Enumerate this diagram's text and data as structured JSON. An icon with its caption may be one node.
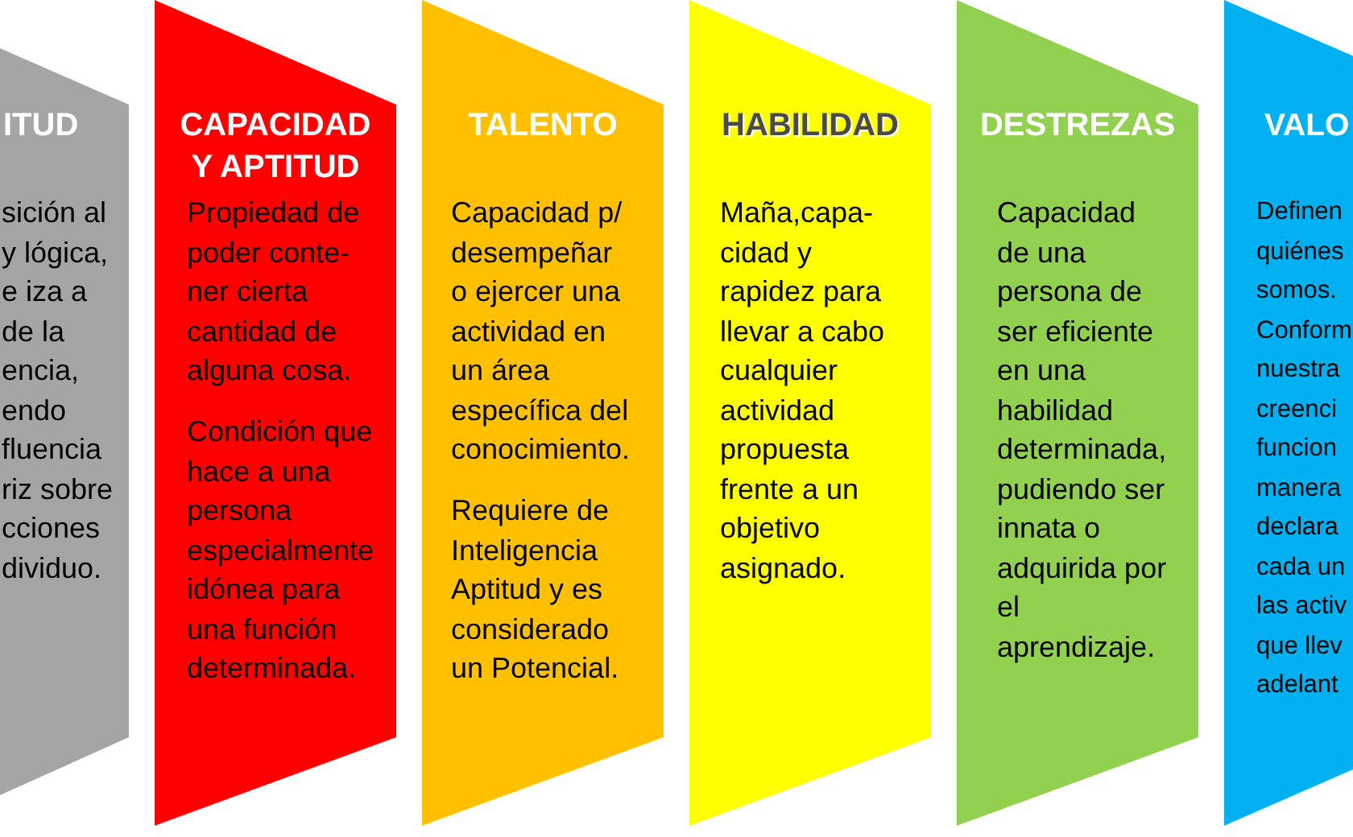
{
  "diagram": {
    "nodes": [
      {
        "text": [
          "ITUD",
          "sición al y lógica, e iza a de la encia, endo fluencia riz sobre cciones dividuo."
        ]
      },
      {
        "text": [
          "CAPACIDAD Y APTITUD",
          "Propiedad de poder conte- ner cierta cantidad de alguna cosa.",
          "Condición que hace a una persona especialmente idónea para una función determinada."
        ]
      },
      {
        "text": [
          "TALENTO",
          "Capacidad p/ desempeñar o ejercer una actividad en un área específica del conocimiento.",
          "Requiere de Inteligencia Aptitud y es considerado un Potencial."
        ]
      },
      {
        "text": [
          "HABILIDAD",
          "Maña,capa- cidad y rapidez para llevar a cabo cualquier actividad propuesta frente a un objetivo asignado."
        ]
      },
      {
        "text": [
          "DESTREZAS",
          "Capacidad de una persona de ser eficiente en una habilidad determinada, pudiendo ser innata o adquirida por el aprendizaje."
        ]
      },
      {
        "text": [
          "VALO",
          "Definen quiénes somos. Conform nuestra creenci funcion manera declara cada un las activ que llev adelant"
        ]
      }
    ]
  }
}
